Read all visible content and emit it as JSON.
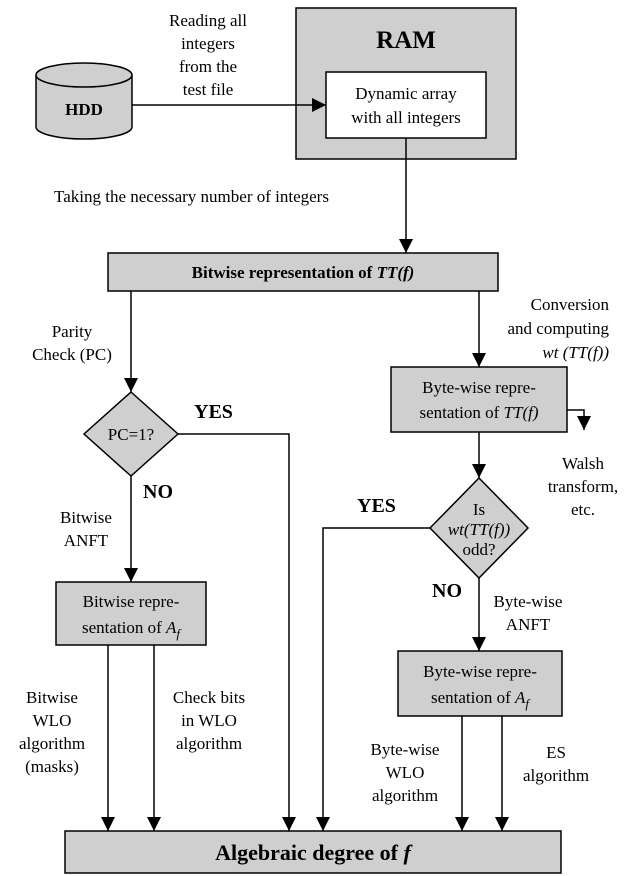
{
  "colors": {
    "box_fill": "#cfcfcf",
    "white_fill": "#ffffff",
    "stroke": "#000000",
    "background": "#ffffff"
  },
  "nodes": {
    "hdd": {
      "label": "HDD",
      "shape": "cylinder"
    },
    "ram": {
      "title": "RAM"
    },
    "dynamic_array": {
      "line1": "Dynamic array",
      "line2": "with all integers"
    },
    "bitwise_tt": {
      "prefix": "Bitwise representation of ",
      "math": "TT(f)"
    },
    "pc_decision": {
      "label": "PC=1?"
    },
    "bytewise_tt": {
      "line1": "Byte-wise repre-",
      "line2_prefix": "sentation of ",
      "line2_math": "TT(f)"
    },
    "is_odd_decision": {
      "line1": "Is",
      "line2": "wt(TT(f))",
      "line3": "odd?"
    },
    "bitwise_af": {
      "line1": "Bitwise repre-",
      "line2_prefix": "sentation of ",
      "line2_math": "A",
      "line2_sub": "f"
    },
    "bytewise_af": {
      "line1": "Byte-wise repre-",
      "line2_prefix": "sentation of ",
      "line2_math": "A",
      "line2_sub": "f"
    },
    "algebraic_degree": {
      "prefix": "Algebraic degree of ",
      "math": "f"
    }
  },
  "edge_labels": {
    "reading": [
      "Reading all",
      "integers",
      "from the",
      "test file"
    ],
    "taking": "Taking the necessary number of integers",
    "parity_check": [
      "Parity",
      "Check (PC)"
    ],
    "conversion": {
      "line1": "Conversion",
      "line2": "and computing",
      "line3": "wt (TT(f))"
    },
    "yes_left": "YES",
    "no_left": "NO",
    "bitwise_anft": [
      "Bitwise",
      "ANFT"
    ],
    "walsh": [
      "Walsh",
      "transform,",
      "etc."
    ],
    "yes_right": "YES",
    "no_right": "NO",
    "bytewise_anft": [
      "Byte-wise",
      "ANFT"
    ],
    "bitwise_wlo": [
      "Bitwise",
      "WLO",
      "algorithm",
      "(masks)"
    ],
    "check_bits": [
      "Check bits",
      "in WLO",
      "algorithm"
    ],
    "bytewise_wlo": [
      "Byte-wise",
      "WLO",
      "algorithm"
    ],
    "es_algorithm": [
      "ES",
      "algorithm"
    ]
  }
}
